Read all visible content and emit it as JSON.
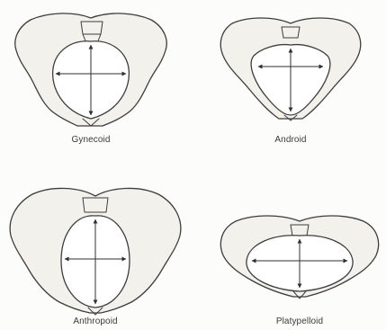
{
  "figure": {
    "panels": [
      {
        "id": "gynecoid",
        "label": "Gynecoid"
      },
      {
        "id": "android",
        "label": "Android"
      },
      {
        "id": "anthropoid",
        "label": "Anthropoid"
      },
      {
        "id": "platypelloid",
        "label": "Platypelloid"
      }
    ]
  }
}
